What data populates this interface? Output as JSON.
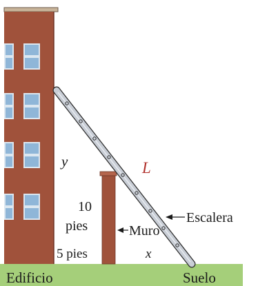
{
  "labels": {
    "y": "y",
    "L": "L",
    "x": "x",
    "height_value": "10",
    "height_unit": "pies",
    "distance": "5 pies",
    "wall": "Muro",
    "ladder": "Escalera",
    "building": "Edificio",
    "ground": "Suelo"
  },
  "colors": {
    "building": "#a0523b",
    "window_frame": "#dce7f0",
    "window_glass": "#8fb6d8",
    "wall": "#a0523b",
    "ground": "#a5cf7a",
    "ladder": "#c9ced6",
    "L_label": "#b1322d"
  }
}
